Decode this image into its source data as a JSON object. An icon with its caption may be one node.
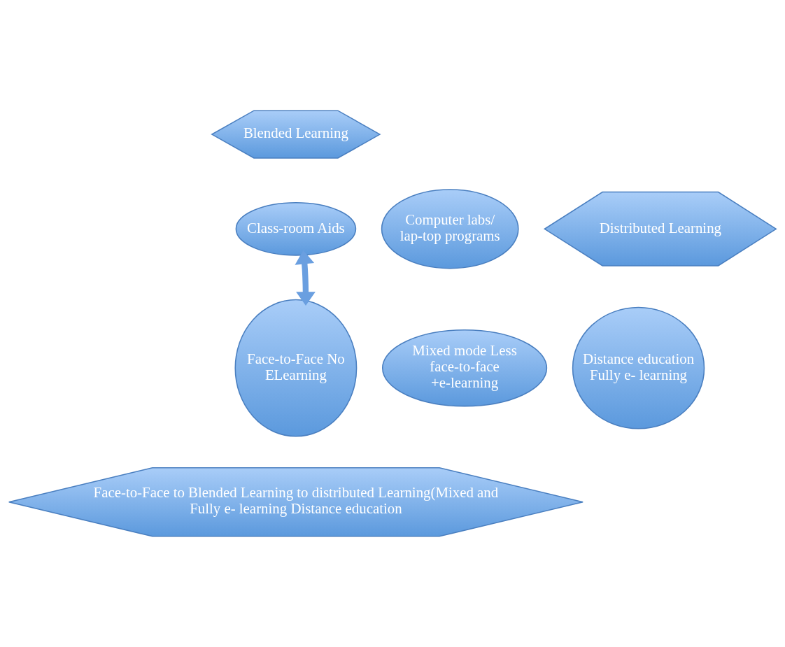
{
  "diagram": {
    "nodes": [
      {
        "text": [
          "Blended Learning"
        ]
      },
      {
        "text": [
          "Class-room Aids"
        ]
      },
      {
        "text": [
          "Computer labs/ lap-top programs"
        ]
      },
      {
        "text": [
          "Distributed Learning"
        ]
      },
      {
        "text": [
          "Face-to-Face No ELearning"
        ]
      },
      {
        "text": [
          "Mixed mode Less face-to-face +e-learning"
        ]
      },
      {
        "text": [
          "Distance education Fully e- learning"
        ]
      },
      {
        "text": [
          "Face-to-Face to Blended Learning to distributed Learning(Mixed and Fully e- learning Distance education"
        ]
      }
    ],
    "edges": [
      {
        "from": 1,
        "to": 4,
        "arrow": "both"
      }
    ]
  }
}
